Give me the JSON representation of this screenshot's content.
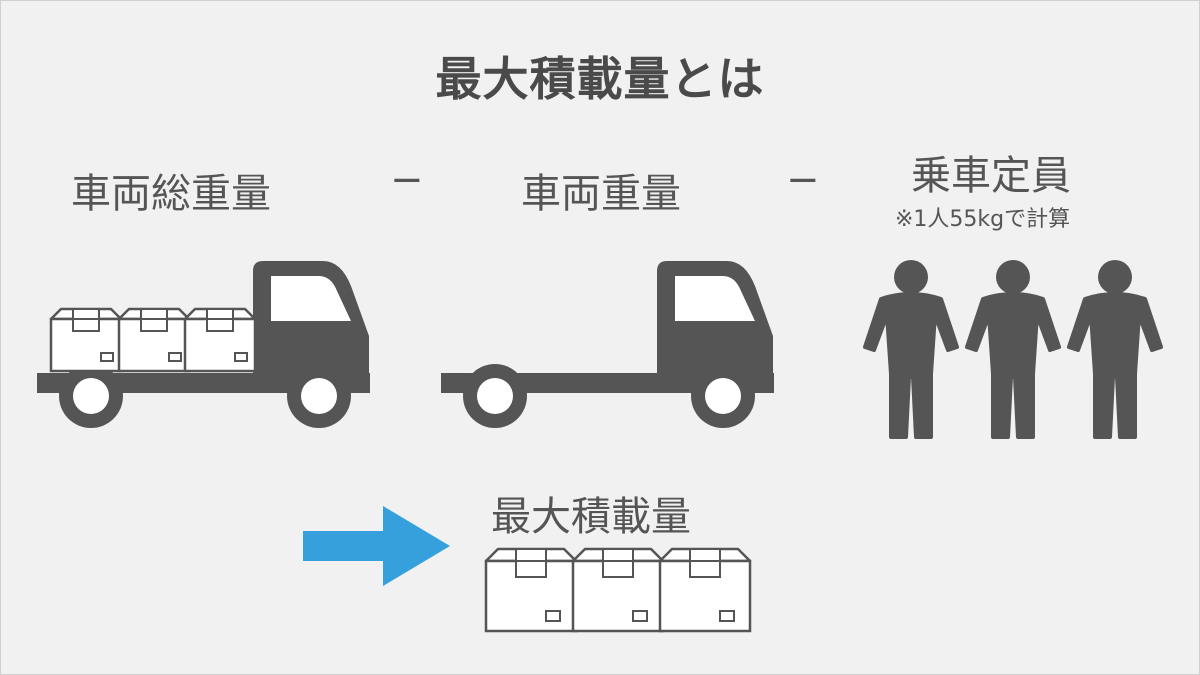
{
  "title": "最大積載量とは",
  "terms": {
    "gross_vehicle_weight": "車両総重量",
    "vehicle_weight": "車両重量",
    "passenger_capacity": "乗車定員",
    "passenger_note": "※1人55kgで計算"
  },
  "operators": {
    "minus_1": "−",
    "minus_2": "−"
  },
  "result": {
    "label": "最大積載量"
  },
  "colors": {
    "background": "#f1f1f1",
    "icon": "#555555",
    "arrow": "#36a0dc",
    "text": "#555555"
  },
  "icons": [
    "loaded-truck-icon",
    "empty-truck-icon",
    "person-icon",
    "arrow-right-icon",
    "cargo-box-icon"
  ]
}
